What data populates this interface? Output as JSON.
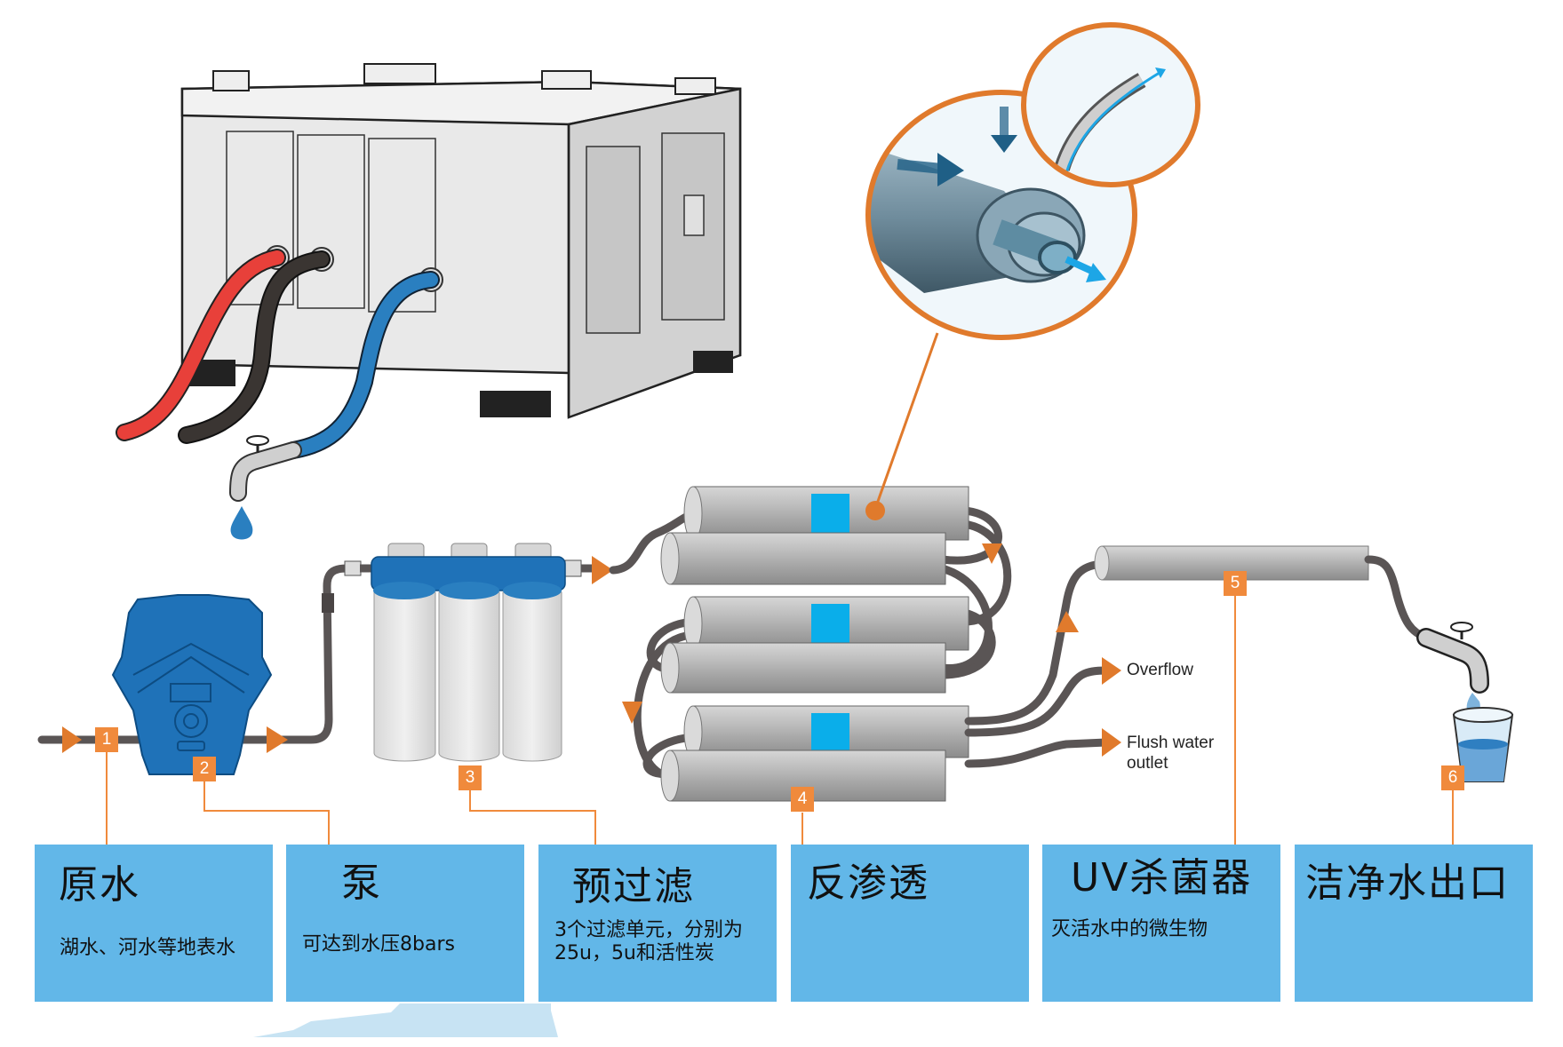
{
  "diagram": {
    "subject": "Water purification system flow",
    "accent_orange": "#f08a3c",
    "box_blue": "#62b7e8",
    "pipe_gray": "#5a5555",
    "pump_blue": "#1f72b8",
    "membrane_blue": "#0aaeea"
  },
  "steps": [
    {
      "number": "1",
      "title": "原水",
      "description": "湖水、河水等地表水"
    },
    {
      "number": "2",
      "title": "泵",
      "description": "可达到水压8bars"
    },
    {
      "number": "3",
      "title": "预过滤",
      "description_lines": [
        "3个过滤单元，分别为",
        "25u，5u和活性炭"
      ]
    },
    {
      "number": "4",
      "title": "反渗透",
      "description": ""
    },
    {
      "number": "5",
      "title": "UV杀菌器",
      "description": "灭活水中的微生物"
    },
    {
      "number": "6",
      "title": "洁净水出口",
      "description": ""
    }
  ],
  "outlets": {
    "overflow": "Overflow",
    "flush_line1": "Flush water",
    "flush_line2": "outlet"
  },
  "icons": {
    "tank": "storage-tank-icon",
    "pump": "water-pump-icon",
    "filters": "cartridge-filter-icon",
    "ro": "reverse-osmosis-membrane-icon",
    "uv": "uv-sterilizer-icon",
    "faucet": "faucet-icon",
    "glass": "water-glass-icon",
    "magnifier": "membrane-detail-callout-icon"
  }
}
